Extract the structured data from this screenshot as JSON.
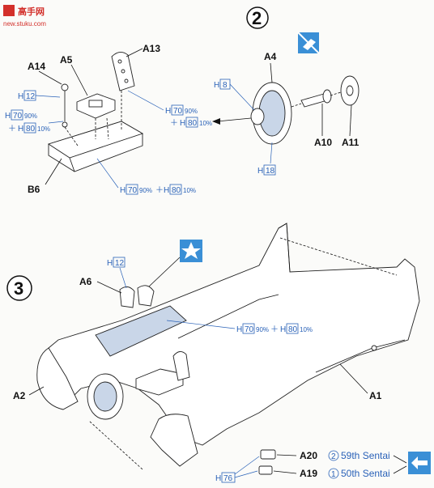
{
  "watermark": {
    "top": "高手网",
    "bottom": "new.stuku.com"
  },
  "steps": {
    "step2": "2",
    "step3": "3"
  },
  "parts": {
    "a14": "A14",
    "a5": "A5",
    "a13": "A13",
    "b6": "B6",
    "a4": "A4",
    "a10": "A10",
    "a11": "A11",
    "a6": "A6",
    "a2": "A2",
    "a1": "A1",
    "a20": "A20",
    "a19": "A19"
  },
  "paint": {
    "h12_a": "12",
    "h70_a": "70",
    "pct90_a": "90%",
    "h80_a": "80",
    "pct10_a": "10%",
    "h70_b": "70",
    "pct90_b": "90%",
    "h80_b": "80",
    "pct10_b": "10%",
    "h70_c": "70",
    "pct90_c": "90%",
    "h80_c": "80",
    "pct10_c": "10%",
    "h8": "8",
    "h18": "18",
    "h12_b": "12",
    "h70_d": "70",
    "pct90_d": "90%",
    "h80_d": "80",
    "pct10_d": "10%",
    "h76": "76",
    "h_letter": "H",
    "plus": "＋"
  },
  "variants": {
    "v2_num": "2",
    "v2_label": "59th Sentai",
    "v1_num": "1",
    "v1_label": "50th Sentai"
  },
  "icons": [
    "no-glue-icon",
    "star-icon",
    "swap-arrows-icon"
  ]
}
